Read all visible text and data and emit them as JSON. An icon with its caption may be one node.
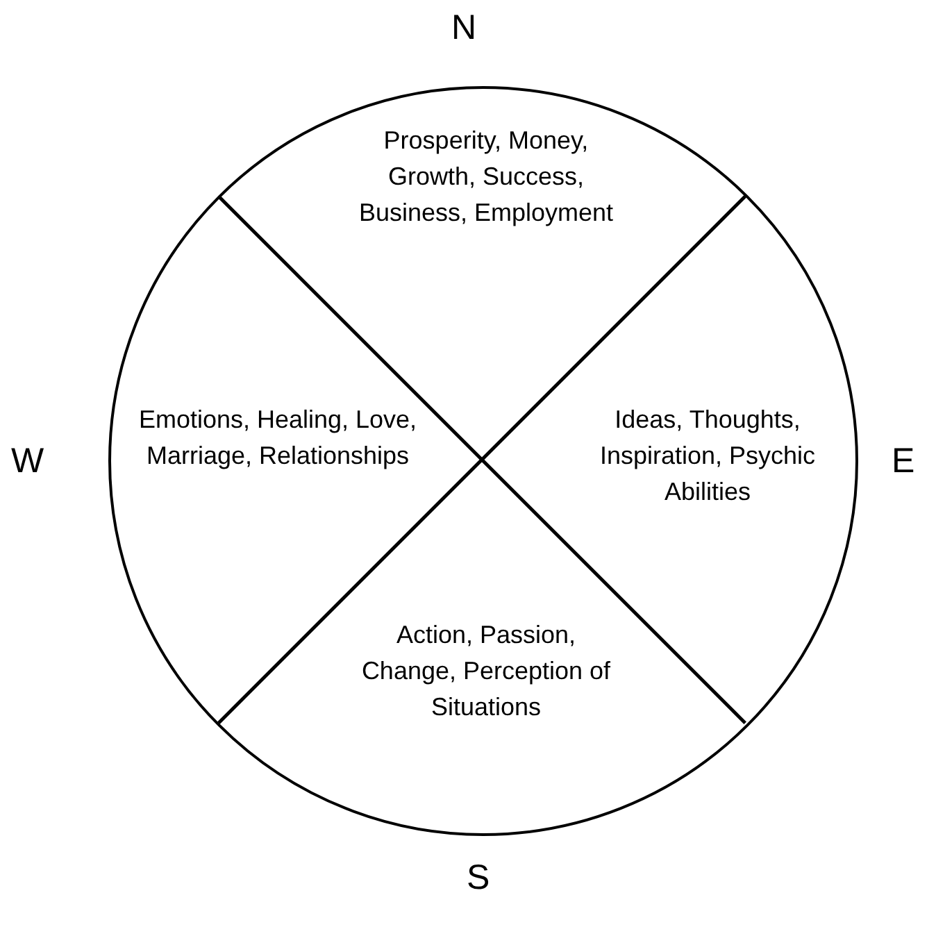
{
  "diagram": {
    "nodes": [
      {
        "text": [],
        "shape": "circle"
      },
      {
        "text": [
          "Prosperity, Money, Growth, Success, Business, Employment"
        ],
        "in": 0
      },
      {
        "text": [
          "Emotions, Healing, Love, Marriage, Relationships"
        ],
        "in": 0
      },
      {
        "text": [
          "Ideas, Thoughts, Inspiration, Psychic Abilities"
        ],
        "in": 0
      },
      {
        "text": [
          "Action, Passion, Change, Perception of Situations"
        ],
        "in": 0
      }
    ],
    "labels": [
      "N",
      "W",
      "E",
      "S"
    ]
  }
}
